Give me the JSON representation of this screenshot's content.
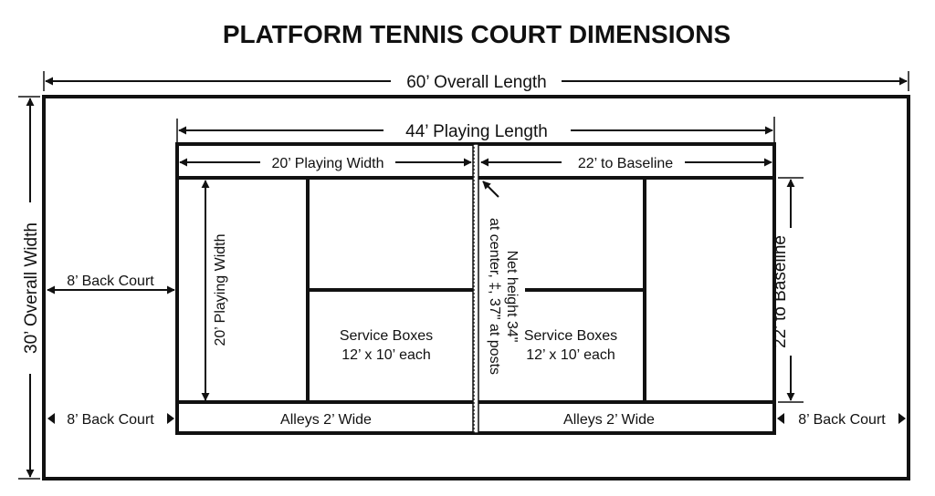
{
  "title": "PLATFORM TENNIS COURT DIMENSIONS",
  "dimensions": {
    "overall_length": "60’ Overall Length",
    "overall_width": "30’ Overall Width",
    "playing_length": "44’ Playing Length",
    "playing_width_horizontal": "20’ Playing Width",
    "to_baseline_horizontal": "22’ to Baseline",
    "playing_width_vertical": "20’ Playing Width",
    "to_baseline_vertical": "22’ to Baseline",
    "back_court_left_middle": "8’ Back Court",
    "back_court_left_bottom": "8’ Back Court",
    "back_court_right_bottom": "8’ Back Court"
  },
  "areas": {
    "service_boxes_left": [
      "Service Boxes",
      "12’ x 10’ each"
    ],
    "service_boxes_right": [
      "Service Boxes",
      "12’ x 10’ each"
    ],
    "alleys_left": "Alleys 2’ Wide",
    "alleys_right": "Alleys 2’ Wide"
  },
  "net": {
    "line1": "Net height 34\"",
    "line2": "at center, ‡, 37\" at posts"
  },
  "colors": {
    "ink": "#111111",
    "background": "#ffffff"
  }
}
